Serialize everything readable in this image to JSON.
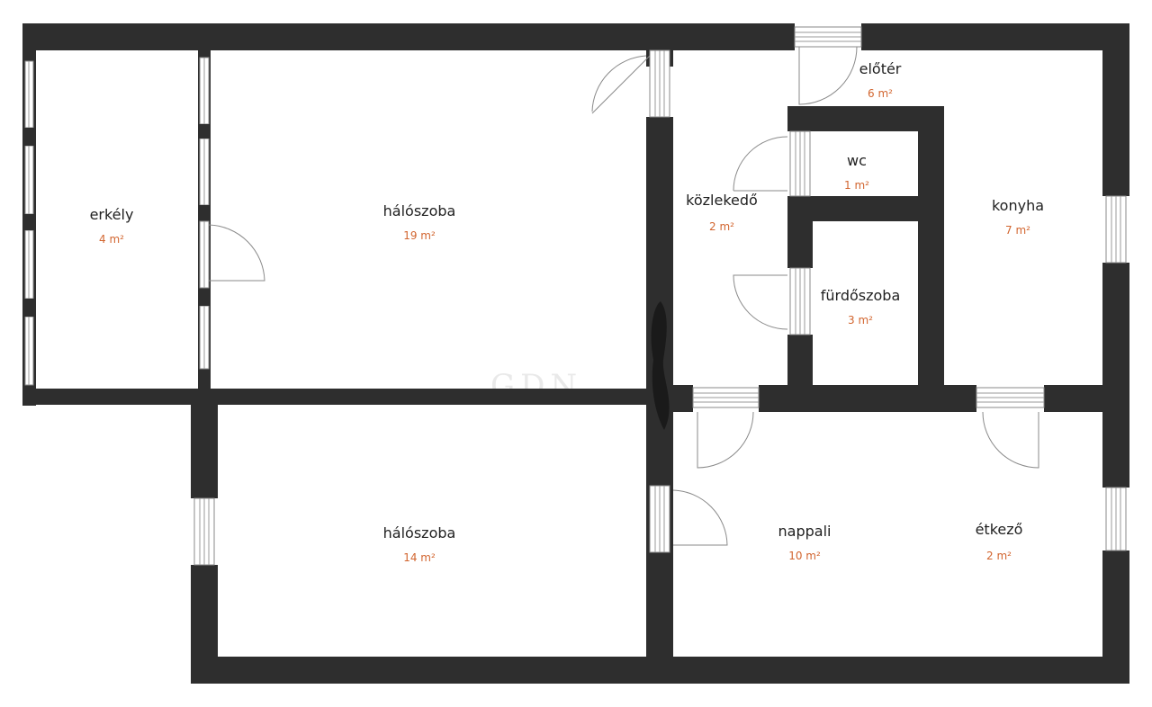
{
  "rooms": [
    {
      "id": "erkely",
      "name": "erkély",
      "area": "4 m²"
    },
    {
      "id": "haloszoba-1",
      "name": "hálószoba",
      "area": "19 m²"
    },
    {
      "id": "eloter",
      "name": "előtér",
      "area": "6 m²"
    },
    {
      "id": "wc",
      "name": "wc",
      "area": "1 m²"
    },
    {
      "id": "kozlekedo",
      "name": "közlekedő",
      "area": "2 m²"
    },
    {
      "id": "konyha",
      "name": "konyha",
      "area": "7 m²"
    },
    {
      "id": "furdoszoba",
      "name": "fürdőszoba",
      "area": "3 m²"
    },
    {
      "id": "haloszoba-2",
      "name": "hálószoba",
      "area": "14 m²"
    },
    {
      "id": "nappali",
      "name": "nappali",
      "area": "10 m²"
    },
    {
      "id": "etkezo",
      "name": "étkező",
      "area": "2 m²"
    }
  ],
  "watermark": "GDN",
  "colors": {
    "wall": "#2e2e2e",
    "area_text": "#d2652f",
    "name_text": "#1f1f1f"
  }
}
